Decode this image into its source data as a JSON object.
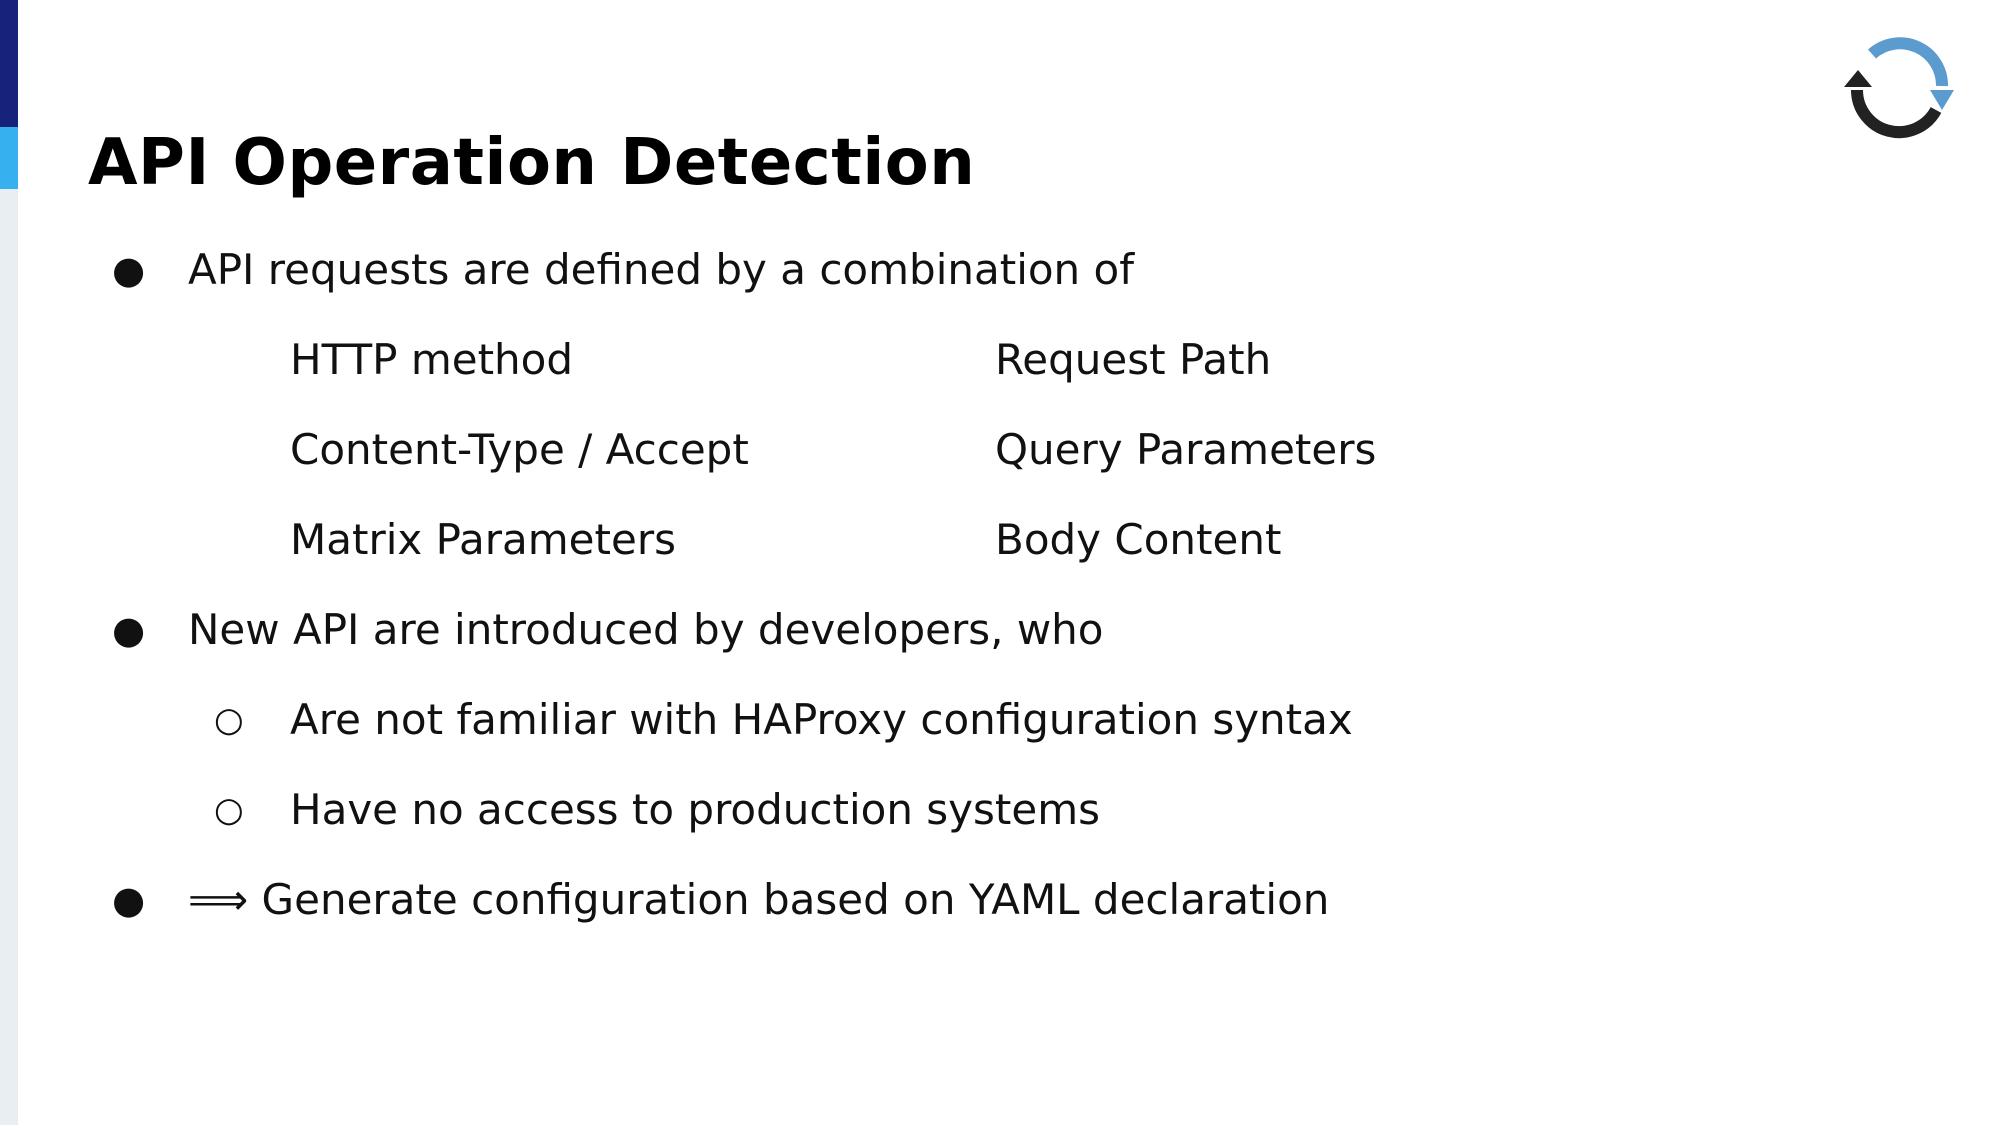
{
  "slide": {
    "title": "API Operation Detection",
    "bullet_marker": "●",
    "sub_bullet_marker": "○",
    "bullets": [
      {
        "text": "API requests are defined by a combination of",
        "grid": [
          [
            "HTTP method",
            "Request Path"
          ],
          [
            "Content-Type / Accept",
            "Query Parameters"
          ],
          [
            "Matrix Parameters",
            "Body Content"
          ]
        ]
      },
      {
        "text": "New API are introduced by developers, who",
        "sub_items": [
          "Are not familiar with HAProxy configuration syntax",
          "Have no access to production systems"
        ]
      },
      {
        "text": "⟹ Generate configuration based on YAML declaration"
      }
    ]
  },
  "colors": {
    "accent_dark": "#15247a",
    "accent_light": "#36b0ee",
    "sidebar_bg": "#e9eef3",
    "logo_black": "#222222",
    "logo_blue": "#5b9bd0"
  },
  "logo": {
    "icon": "circular-arrows-icon"
  }
}
